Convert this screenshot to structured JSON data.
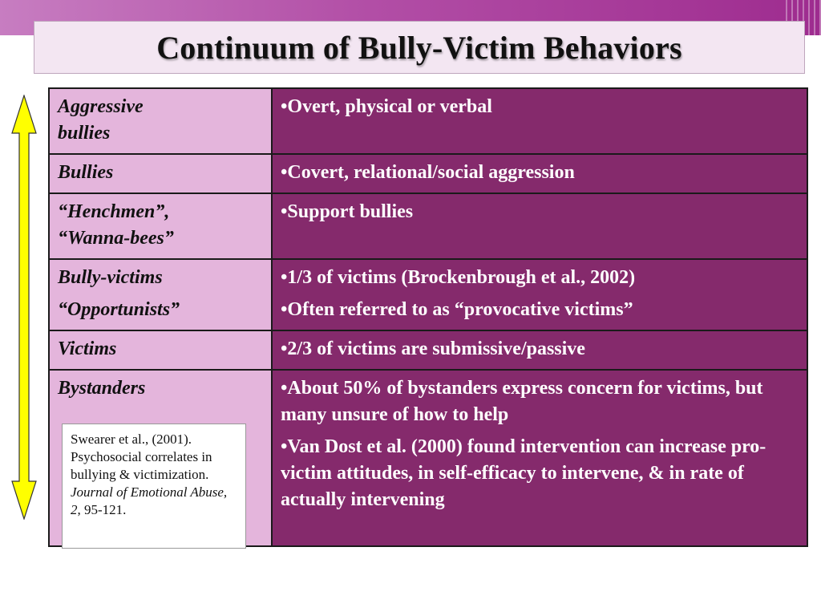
{
  "slide": {
    "title": "Continuum of Bully-Victim Behaviors",
    "colors": {
      "category_bg": "#e4b5dc",
      "description_bg": "#852a6c",
      "arrow_fill": "#ffff00",
      "title_bg": "#f3e6f2",
      "top_band": "#b24ea6"
    },
    "arrow_icon": "double-headed-vertical-arrow"
  },
  "table": {
    "rows": [
      {
        "category": [
          "Aggressive",
          "bullies"
        ],
        "items": [
          "•Overt, physical or verbal"
        ]
      },
      {
        "category": [
          "Bullies"
        ],
        "items": [
          "•Covert, relational/social aggression"
        ]
      },
      {
        "category": [
          "“Henchmen”,",
          "“Wanna-bees”"
        ],
        "items": [
          "•Support bullies"
        ]
      },
      {
        "category": [
          "Bully-victims",
          "“Opportunists”"
        ],
        "items": [
          "•1/3 of victims (Brockenbrough et al., 2002)",
          "•Often referred to as “provocative victims”"
        ]
      },
      {
        "category": [
          "Victims"
        ],
        "items": [
          "•2/3 of victims are submissive/passive"
        ]
      },
      {
        "category": [
          "Bystanders"
        ],
        "items": [
          "•About 50% of bystanders express concern for victims, but many unsure of how to help",
          "•Van Dost et al. (2000) found intervention can increase pro-victim attitudes, in self-efficacy to intervene, & in rate of actually intervening"
        ]
      }
    ]
  },
  "citation": {
    "plain": "Swearer et al., (2001). Psychosocial correlates in bullying & victimization. ",
    "journal": "Journal of Emotional Abuse, 2",
    "tail": ", 95-121."
  }
}
